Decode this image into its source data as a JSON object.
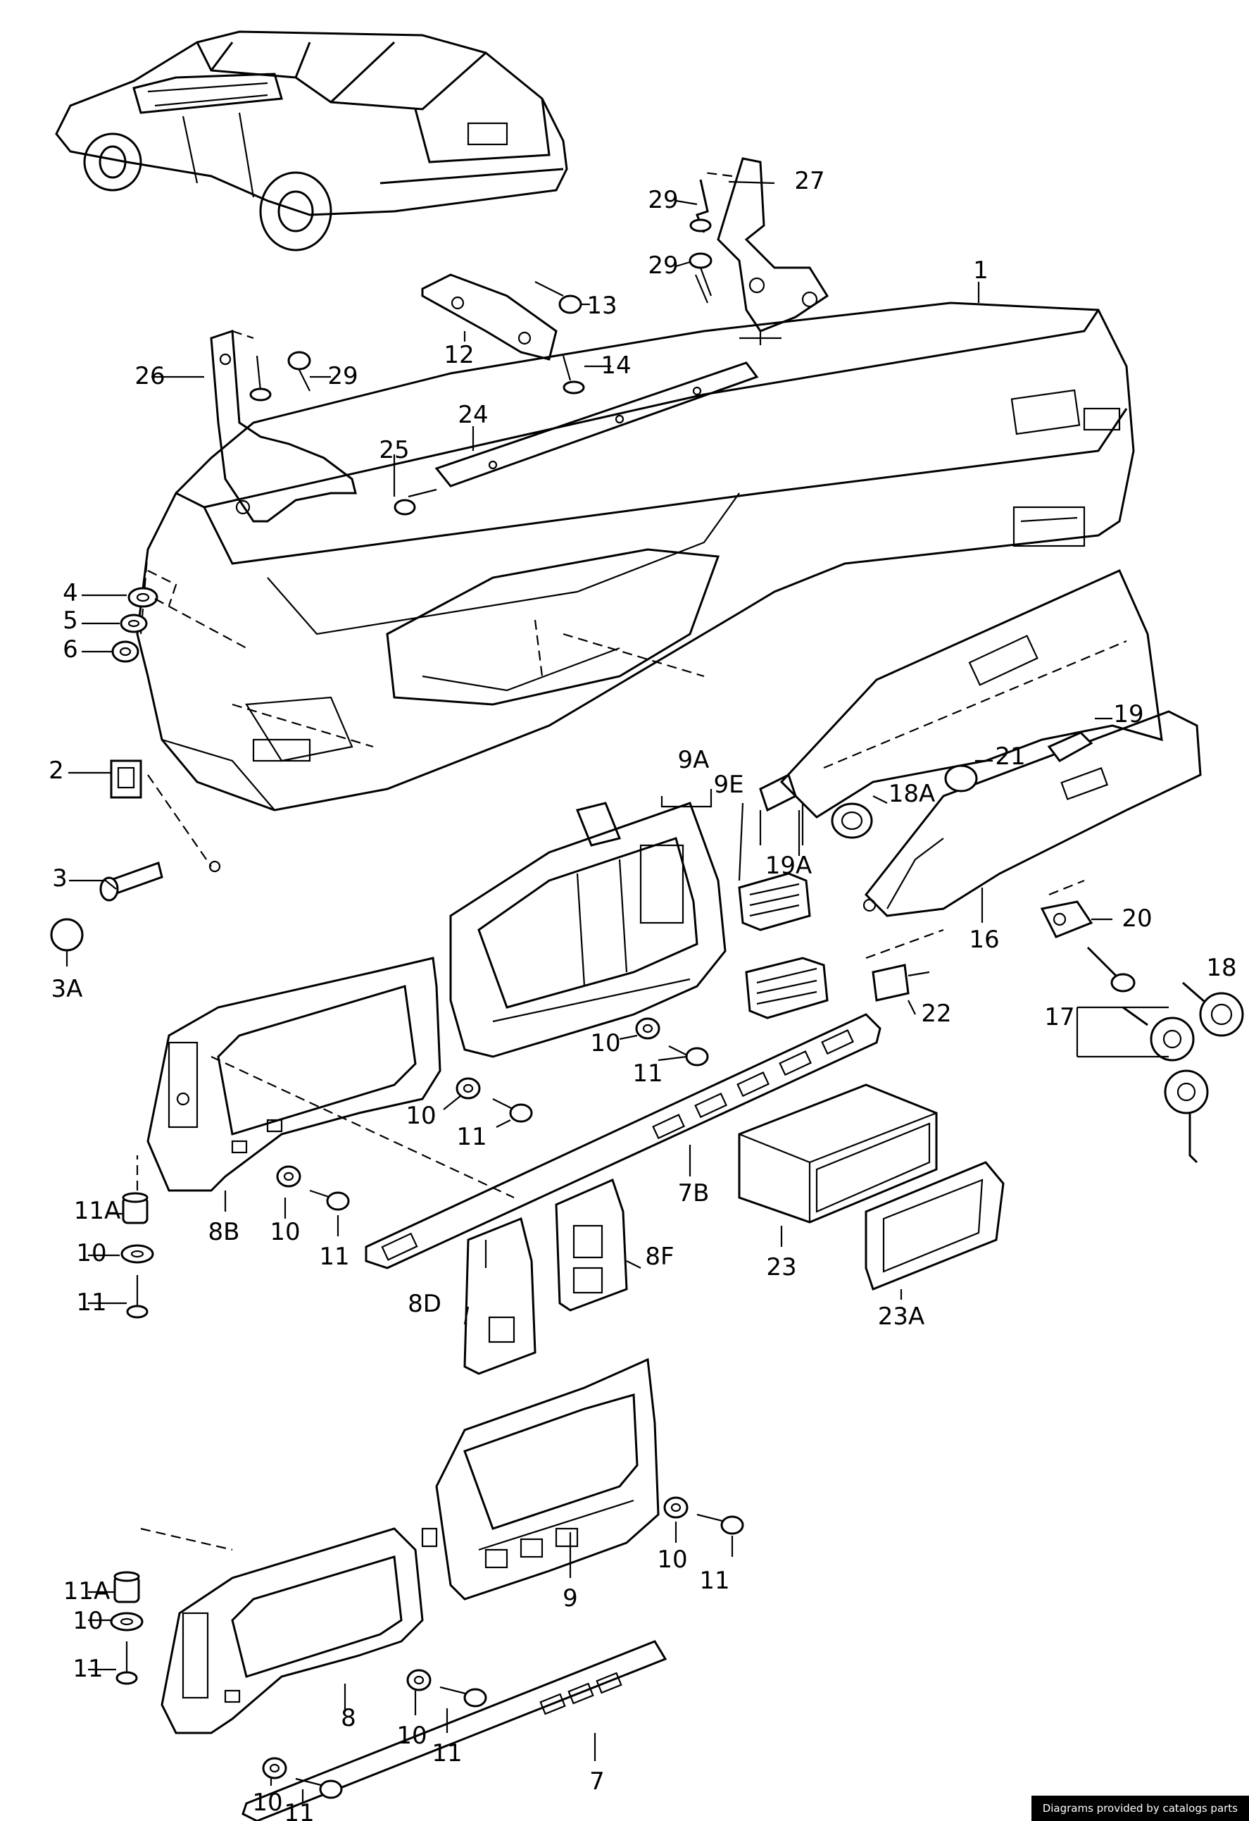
{
  "callouts": [
    {
      "id": "c1",
      "text": "1"
    },
    {
      "id": "c2",
      "text": "2"
    },
    {
      "id": "c3",
      "text": "3"
    },
    {
      "id": "c3A",
      "text": "3A"
    },
    {
      "id": "c4",
      "text": "4"
    },
    {
      "id": "c5",
      "text": "5"
    },
    {
      "id": "c6",
      "text": "6"
    },
    {
      "id": "c7",
      "text": "7"
    },
    {
      "id": "c7B",
      "text": "7B"
    },
    {
      "id": "c8",
      "text": "8"
    },
    {
      "id": "c8B",
      "text": "8B"
    },
    {
      "id": "c8D",
      "text": "8D"
    },
    {
      "id": "c8F",
      "text": "8F"
    },
    {
      "id": "c9",
      "text": "9"
    },
    {
      "id": "c9A",
      "text": "9A"
    },
    {
      "id": "c9E",
      "text": "9E"
    },
    {
      "id": "c10a",
      "text": "10"
    },
    {
      "id": "c10b",
      "text": "10"
    },
    {
      "id": "c10c",
      "text": "10"
    },
    {
      "id": "c10d",
      "text": "10"
    },
    {
      "id": "c10e",
      "text": "10"
    },
    {
      "id": "c10f",
      "text": "10"
    },
    {
      "id": "c10g",
      "text": "10"
    },
    {
      "id": "c10h",
      "text": "10"
    },
    {
      "id": "c11a",
      "text": "11"
    },
    {
      "id": "c11b",
      "text": "11"
    },
    {
      "id": "c11c",
      "text": "11"
    },
    {
      "id": "c11d",
      "text": "11"
    },
    {
      "id": "c11e",
      "text": "11"
    },
    {
      "id": "c11f",
      "text": "11"
    },
    {
      "id": "c11g",
      "text": "11"
    },
    {
      "id": "c11h",
      "text": "11"
    },
    {
      "id": "c11Aa",
      "text": "11A"
    },
    {
      "id": "c11Ab",
      "text": "11A"
    },
    {
      "id": "c12",
      "text": "12"
    },
    {
      "id": "c13",
      "text": "13"
    },
    {
      "id": "c14",
      "text": "14"
    },
    {
      "id": "c16",
      "text": "16"
    },
    {
      "id": "c17",
      "text": "17"
    },
    {
      "id": "c18",
      "text": "18"
    },
    {
      "id": "c18A",
      "text": "18A"
    },
    {
      "id": "c19",
      "text": "19"
    },
    {
      "id": "c19A",
      "text": "19A"
    },
    {
      "id": "c20",
      "text": "20"
    },
    {
      "id": "c21",
      "text": "21"
    },
    {
      "id": "c22",
      "text": "22"
    },
    {
      "id": "c23",
      "text": "23"
    },
    {
      "id": "c23A",
      "text": "23A"
    },
    {
      "id": "c24",
      "text": "24"
    },
    {
      "id": "c25",
      "text": "25"
    },
    {
      "id": "c26",
      "text": "26"
    },
    {
      "id": "c27",
      "text": "27"
    },
    {
      "id": "c29a",
      "text": "29"
    },
    {
      "id": "c29b",
      "text": "29"
    },
    {
      "id": "c29c",
      "text": "29"
    }
  ],
  "credit": "Diagrams provided by catalogs parts"
}
